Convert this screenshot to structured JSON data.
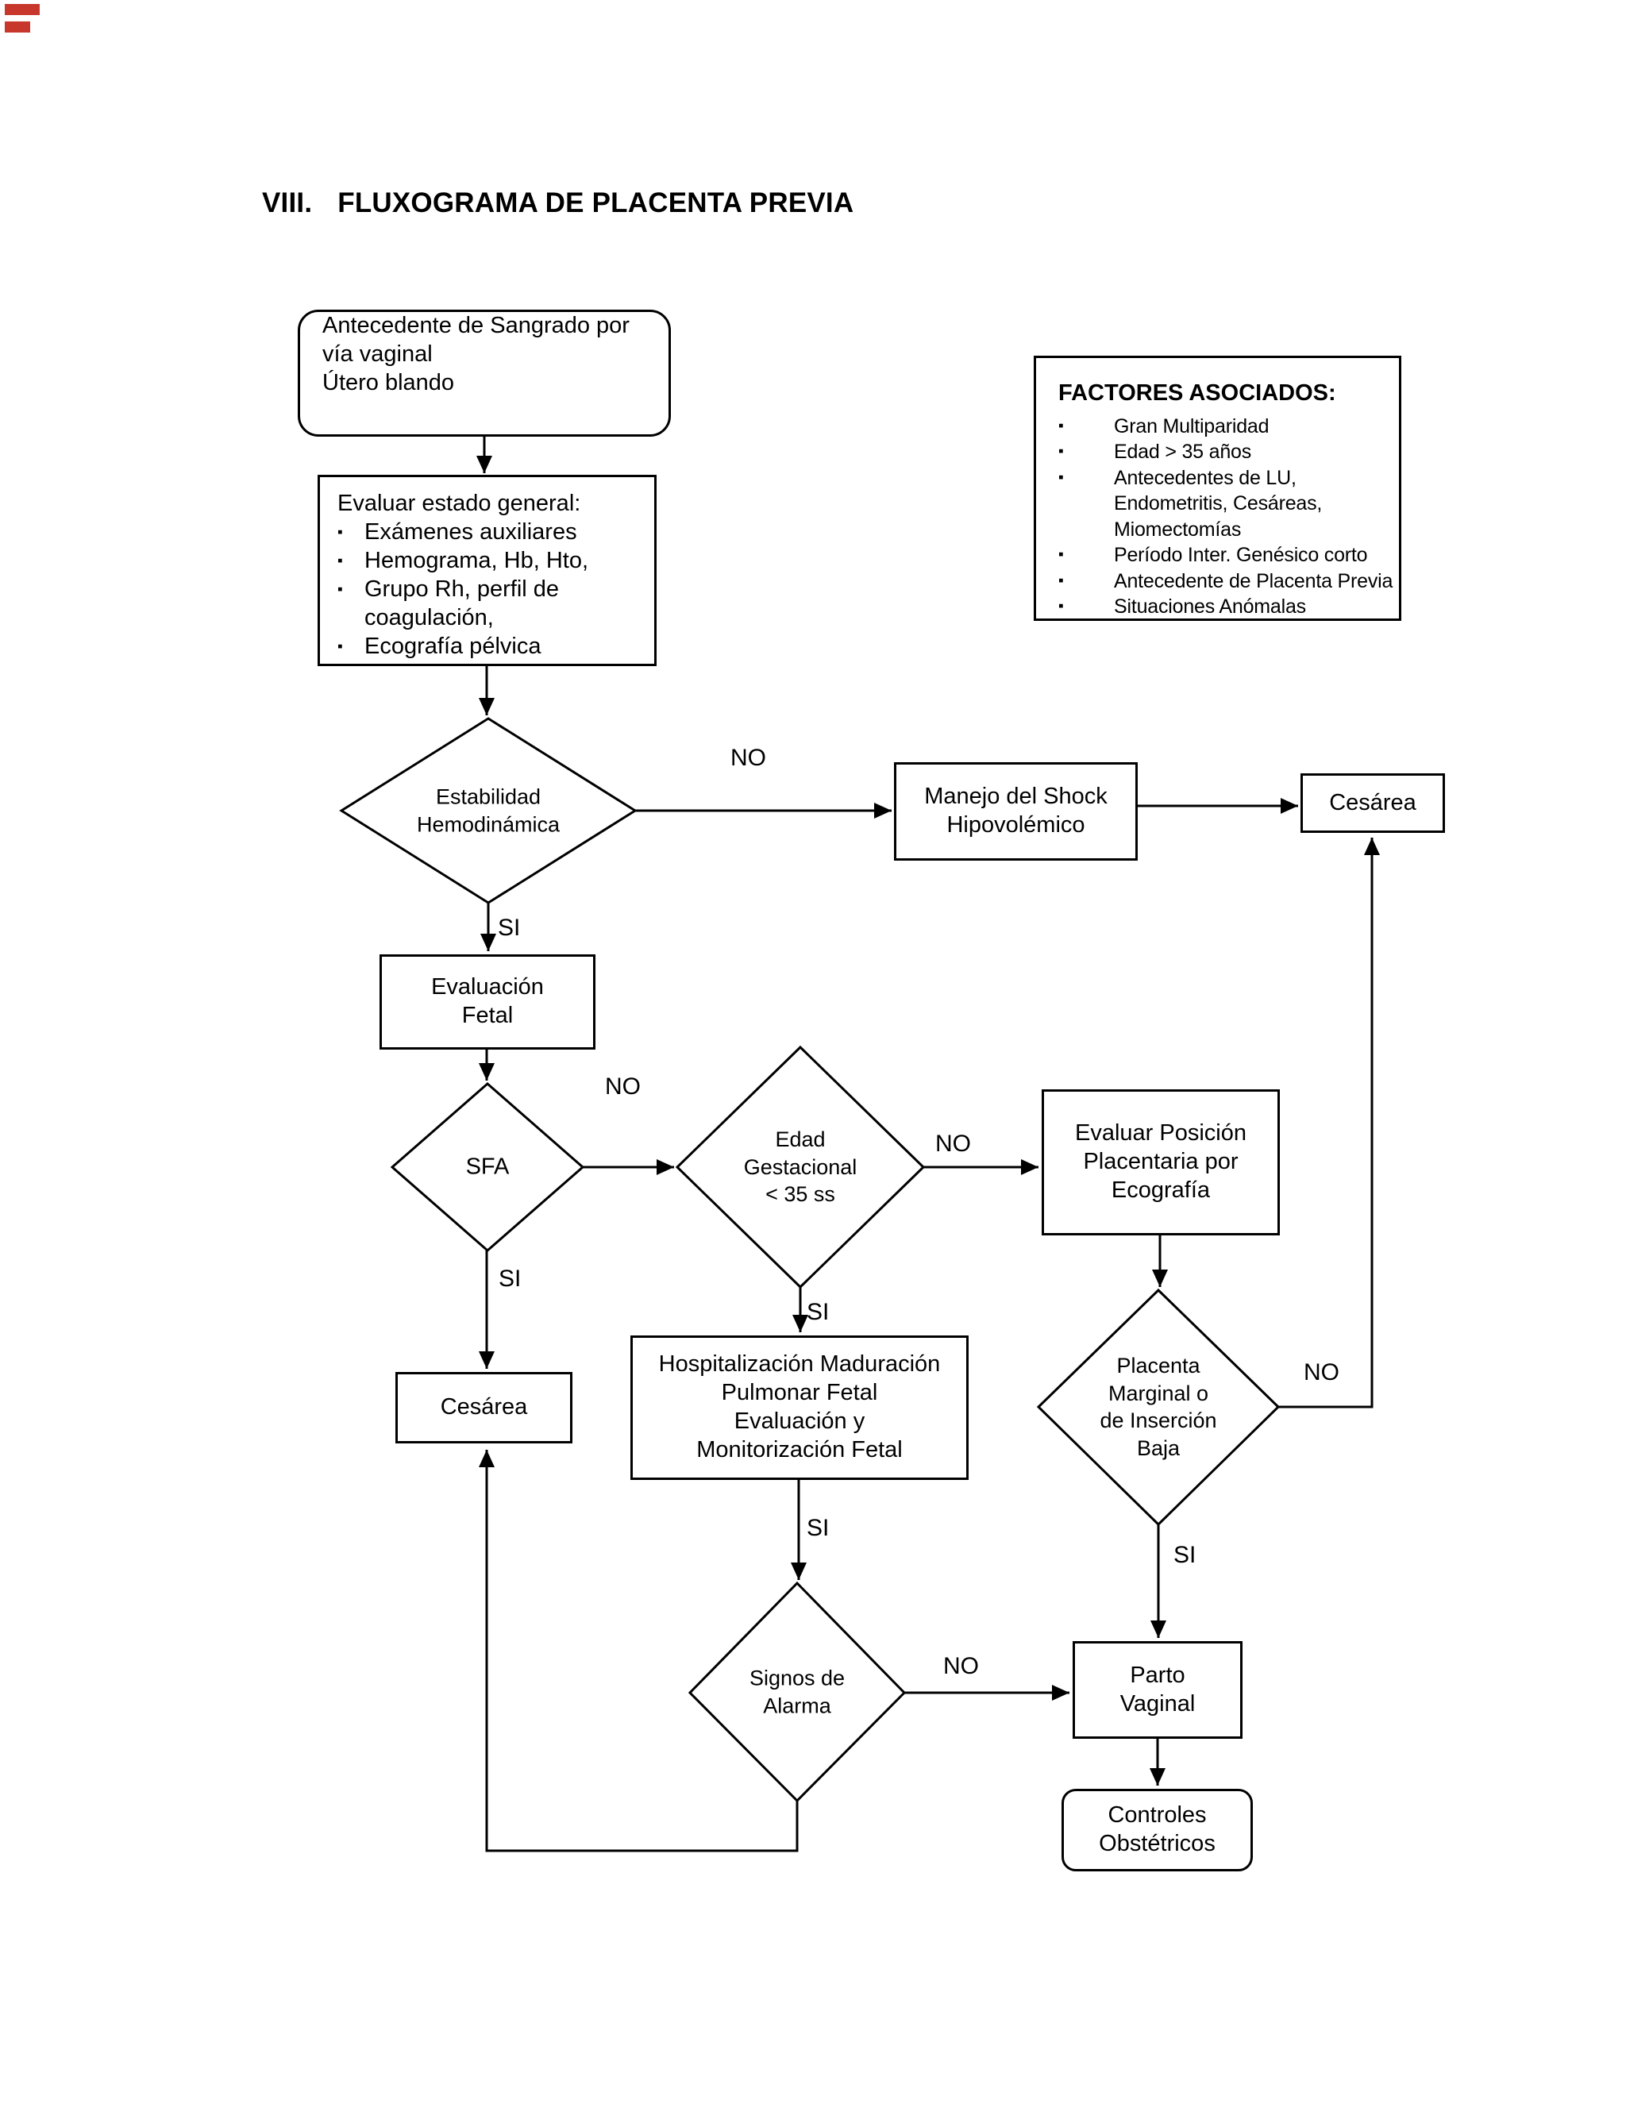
{
  "page": {
    "background": "#ffffff",
    "ink": "#000000",
    "accent_red": "#c8372b"
  },
  "title": {
    "numeral": "VIII.",
    "text": "FLUXOGRAMA DE PLACENTA PREVIA"
  },
  "icons": {
    "bullet": "▪"
  },
  "nodes": {
    "antecedente": {
      "lines": [
        "Antecedente de Sangrado por",
        "vía vaginal",
        "Útero blando"
      ]
    },
    "evaluar_estado": {
      "title": "Evaluar estado general:",
      "bullets": [
        "Exámenes auxiliares",
        "Hemograma, Hb, Hto,",
        "Grupo Rh, perfil de coagulación,",
        "Ecografía pélvica"
      ]
    },
    "factores": {
      "title": "FACTORES ASOCIADOS:",
      "bullets": [
        "Gran Multiparidad",
        "Edad > 35 años",
        "Antecedentes de LU, Endometritis, Cesáreas, Miomectomías",
        "Período Inter. Genésico corto",
        "Antecedente de Placenta Previa",
        "Situaciones Anómalas"
      ]
    },
    "estabilidad": {
      "lines": [
        "Estabilidad",
        "Hemodinámica"
      ]
    },
    "manejo_shock": {
      "lines": [
        "Manejo del Shock",
        "Hipovolémico"
      ]
    },
    "cesarea_top": {
      "label": "Cesárea"
    },
    "evaluacion_fetal": {
      "lines": [
        "Evaluación",
        "Fetal"
      ]
    },
    "sfa": {
      "label": "SFA"
    },
    "edad_gestacional": {
      "lines": [
        "Edad",
        "Gestacional",
        "< 35 ss"
      ]
    },
    "evaluar_posicion": {
      "lines": [
        "Evaluar Posición",
        "Placentaria por",
        "Ecografía"
      ]
    },
    "hospitalizacion": {
      "lines": [
        "Hospitalización Maduración",
        "Pulmonar Fetal",
        "Evaluación y",
        "Monitorización Fetal"
      ]
    },
    "placenta_marginal": {
      "lines": [
        "Placenta",
        "Marginal o",
        "de Inserción",
        "Baja"
      ]
    },
    "cesarea_left": {
      "label": "Cesárea"
    },
    "signos_alarma": {
      "lines": [
        "Signos de",
        "Alarma"
      ]
    },
    "parto_vaginal": {
      "lines": [
        "Parto",
        "Vaginal"
      ]
    },
    "controles_obstetricos": {
      "lines": [
        "Controles",
        "Obstétricos"
      ]
    }
  },
  "labels": {
    "estabilidad_no": "NO",
    "estabilidad_si": "SI",
    "sfa_no": "NO",
    "sfa_si": "SI",
    "edad_no": "NO",
    "edad_si": "SI",
    "hospitalizacion_si": "SI",
    "placenta_no": "NO",
    "placenta_si": "SI",
    "signos_no": "NO"
  }
}
